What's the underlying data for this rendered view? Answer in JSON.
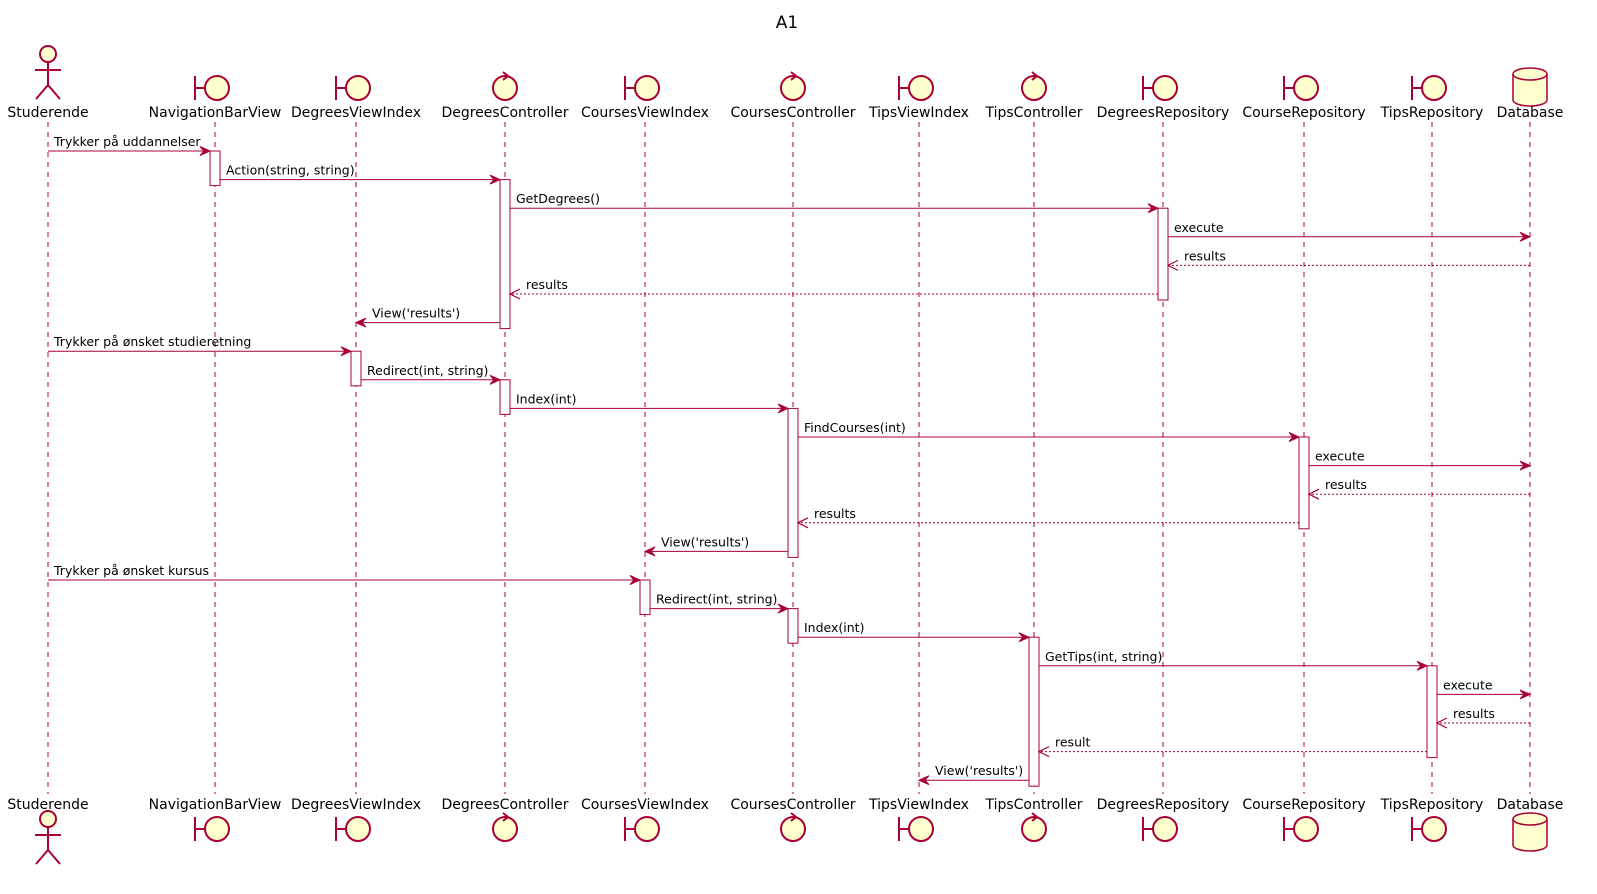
{
  "title": "A1",
  "colors": {
    "stroke": "#A80036",
    "fill": "#FEFECE",
    "lifeline": "#A80036",
    "text": "#000000"
  },
  "participants": [
    {
      "id": "stud",
      "name": "Studerende",
      "kind": "actor"
    },
    {
      "id": "nav",
      "name": "NavigationBarView",
      "kind": "boundary"
    },
    {
      "id": "dvi",
      "name": "DegreesViewIndex",
      "kind": "boundary"
    },
    {
      "id": "dc",
      "name": "DegreesController",
      "kind": "control"
    },
    {
      "id": "cvi",
      "name": "CoursesViewIndex",
      "kind": "boundary"
    },
    {
      "id": "cc",
      "name": "CoursesController",
      "kind": "control"
    },
    {
      "id": "tvi",
      "name": "TipsViewIndex",
      "kind": "boundary"
    },
    {
      "id": "tc",
      "name": "TipsController",
      "kind": "control"
    },
    {
      "id": "dr",
      "name": "DegreesRepository",
      "kind": "boundary"
    },
    {
      "id": "cr",
      "name": "CourseRepository",
      "kind": "boundary"
    },
    {
      "id": "tr",
      "name": "TipsRepository",
      "kind": "boundary"
    },
    {
      "id": "db",
      "name": "Database",
      "kind": "database"
    }
  ],
  "messages": [
    {
      "from": "stud",
      "to": "nav",
      "label": "Trykker på uddannelser",
      "type": "sync"
    },
    {
      "from": "nav",
      "to": "dc",
      "label": "Action(string, string)",
      "type": "sync"
    },
    {
      "from": "dc",
      "to": "dr",
      "label": "GetDegrees()",
      "type": "sync"
    },
    {
      "from": "dr",
      "to": "db",
      "label": "execute",
      "type": "sync"
    },
    {
      "from": "db",
      "to": "dr",
      "label": "results",
      "type": "return"
    },
    {
      "from": "dr",
      "to": "dc",
      "label": "results",
      "type": "return"
    },
    {
      "from": "dc",
      "to": "dvi",
      "label": "View('results')",
      "type": "sync"
    },
    {
      "from": "stud",
      "to": "dvi",
      "label": "Trykker på ønsket studieretning",
      "type": "sync"
    },
    {
      "from": "dvi",
      "to": "dc",
      "label": "Redirect(int, string)",
      "type": "sync"
    },
    {
      "from": "dc",
      "to": "cc",
      "label": "Index(int)",
      "type": "sync"
    },
    {
      "from": "cc",
      "to": "cr",
      "label": "FindCourses(int)",
      "type": "sync"
    },
    {
      "from": "cr",
      "to": "db",
      "label": "execute",
      "type": "sync"
    },
    {
      "from": "db",
      "to": "cr",
      "label": "results",
      "type": "return"
    },
    {
      "from": "cr",
      "to": "cc",
      "label": "results",
      "type": "return"
    },
    {
      "from": "cc",
      "to": "cvi",
      "label": "View('results')",
      "type": "sync"
    },
    {
      "from": "stud",
      "to": "cvi",
      "label": "Trykker på ønsket kursus",
      "type": "sync"
    },
    {
      "from": "cvi",
      "to": "cc",
      "label": "Redirect(int, string)",
      "type": "sync"
    },
    {
      "from": "cc",
      "to": "tc",
      "label": "Index(int)",
      "type": "sync"
    },
    {
      "from": "tc",
      "to": "tr",
      "label": "GetTips(int, string)",
      "type": "sync"
    },
    {
      "from": "tr",
      "to": "db",
      "label": "execute",
      "type": "sync"
    },
    {
      "from": "db",
      "to": "tr",
      "label": "results",
      "type": "return"
    },
    {
      "from": "tr",
      "to": "tc",
      "label": "result",
      "type": "return"
    },
    {
      "from": "tc",
      "to": "tvi",
      "label": "View('results')",
      "type": "sync"
    }
  ],
  "activations": [
    {
      "participant": "nav",
      "start": 0,
      "end": 1
    },
    {
      "participant": "dc",
      "start": 1,
      "end": 6
    },
    {
      "participant": "dr",
      "start": 2,
      "end": 5
    },
    {
      "participant": "dvi",
      "start": 7,
      "end": 8
    },
    {
      "participant": "dc",
      "start": 8,
      "end": 9
    },
    {
      "participant": "cc",
      "start": 9,
      "end": 14
    },
    {
      "participant": "cr",
      "start": 10,
      "end": 13
    },
    {
      "participant": "cvi",
      "start": 15,
      "end": 16
    },
    {
      "participant": "cc",
      "start": 16,
      "end": 17
    },
    {
      "participant": "tc",
      "start": 17,
      "end": 22
    },
    {
      "participant": "tr",
      "start": 18,
      "end": 21
    }
  ]
}
